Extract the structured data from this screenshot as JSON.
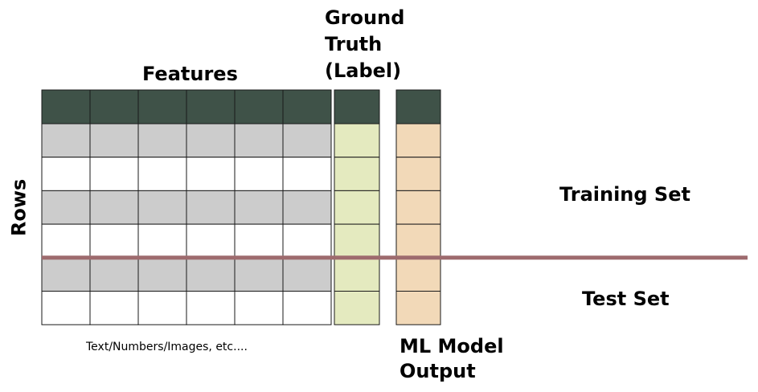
{
  "labels": {
    "features": "Features",
    "ground_truth": [
      "Ground",
      "Truth",
      "(Label)"
    ],
    "rows": "Rows",
    "training_set": "Training Set",
    "test_set": "Test Set",
    "ml_output": [
      "ML Model",
      "Output"
    ],
    "data_types": "Text/Numbers/Images, etc...."
  },
  "grid": {
    "feature_columns": 6,
    "data_rows": 6,
    "training_rows": 4,
    "test_rows": 2
  },
  "colors": {
    "header": "#3f5248",
    "shaded_row": "#cccccc",
    "white_row": "#ffffff",
    "label_column": "#e4eabf",
    "output_column": "#f2d9b8",
    "split_line": "#9e6b6e",
    "cell_border": "#1a1a1a"
  }
}
